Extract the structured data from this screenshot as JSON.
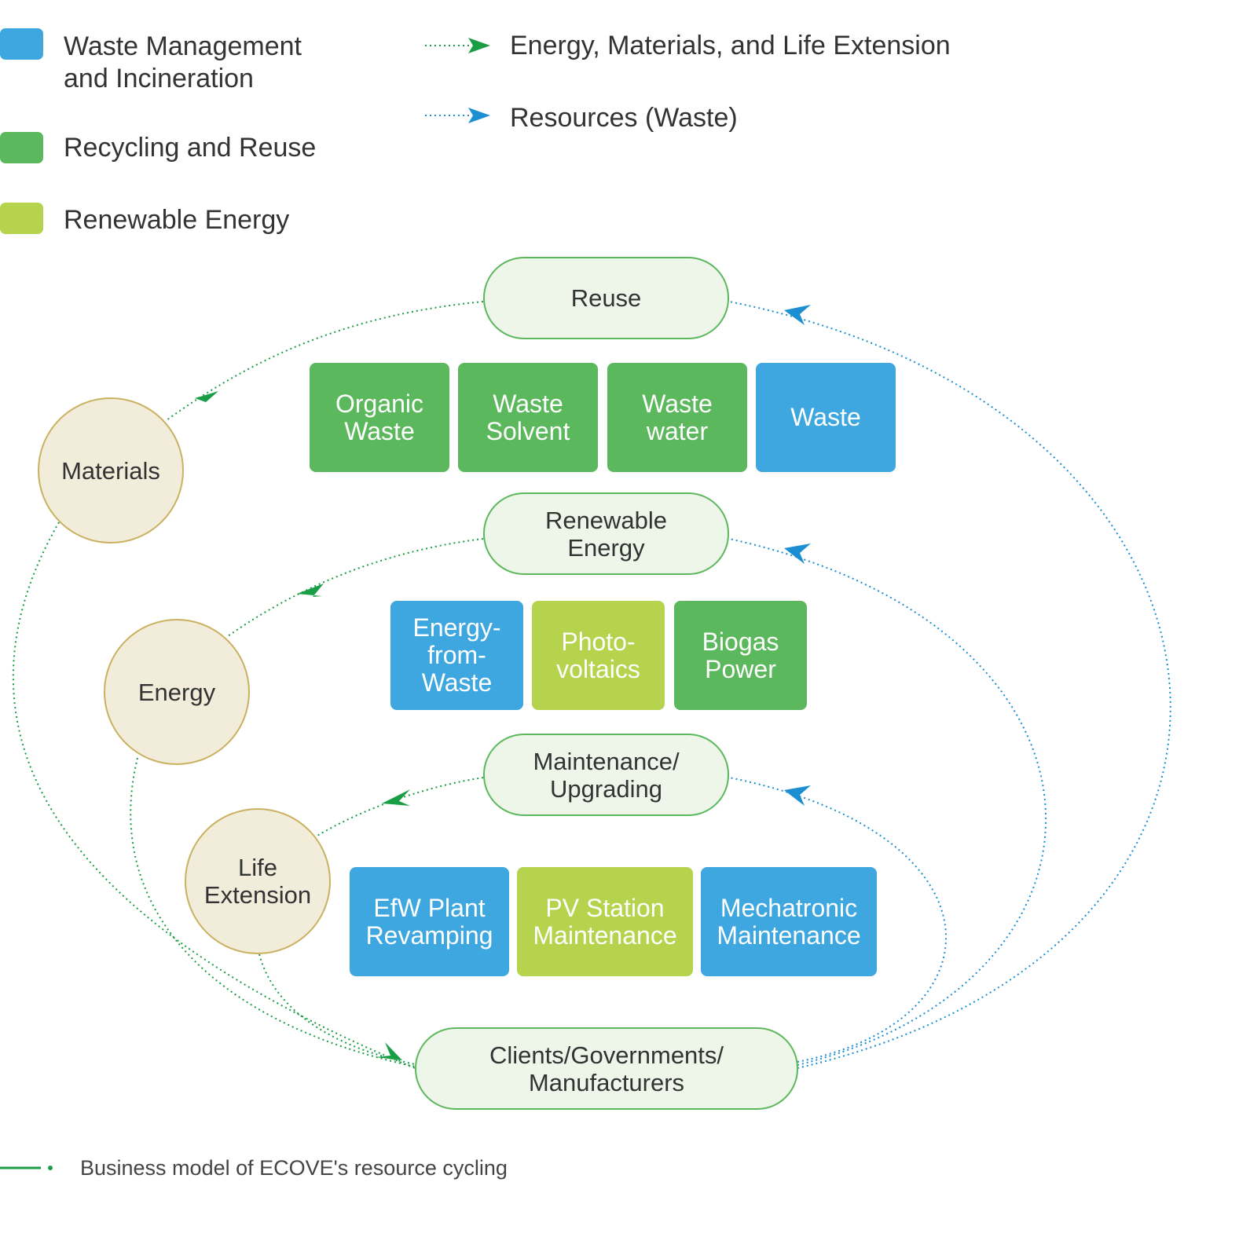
{
  "legend": {
    "categories": [
      {
        "label": "Waste  Management\nand Incineration",
        "color": "#3fa7e0"
      },
      {
        "label": "Recycling and Reuse",
        "color": "#5cb85c"
      },
      {
        "label": "Renewable Energy",
        "color": "#b5d34c"
      }
    ],
    "flows": [
      {
        "label": "Energy, Materials, and Life Extension",
        "color": "#1a9e45"
      },
      {
        "label": "Resources (Waste)",
        "color": "#1b8fd2"
      }
    ]
  },
  "nodes": {
    "reuse": "Reuse",
    "renewable_energy": "Renewable\nEnergy",
    "maintenance": "Maintenance/\nUpgrading",
    "clients": "Clients/Governments/\nManufacturers"
  },
  "outputs": {
    "materials": "Materials",
    "energy": "Energy",
    "life_extension": "Life\nExtension"
  },
  "row1": [
    {
      "label": "Organic\nWaste",
      "category": "green"
    },
    {
      "label": "Waste\nSolvent",
      "category": "green"
    },
    {
      "label": "Waste\nwater",
      "category": "green"
    },
    {
      "label": "Waste",
      "category": "blue"
    }
  ],
  "row2": [
    {
      "label": "Energy-\nfrom-\nWaste",
      "category": "blue"
    },
    {
      "label": "Photo-\nvoltaics",
      "category": "lime"
    },
    {
      "label": "Biogas\nPower",
      "category": "green"
    }
  ],
  "row3": [
    {
      "label": "EfW Plant\nRevamping",
      "category": "blue"
    },
    {
      "label": "PV Station\nMaintenance",
      "category": "lime"
    },
    {
      "label": "Mechatronic\nMaintenance",
      "category": "blue"
    }
  ],
  "footer": {
    "caption": "Business model of ECOVE's resource cycling"
  }
}
